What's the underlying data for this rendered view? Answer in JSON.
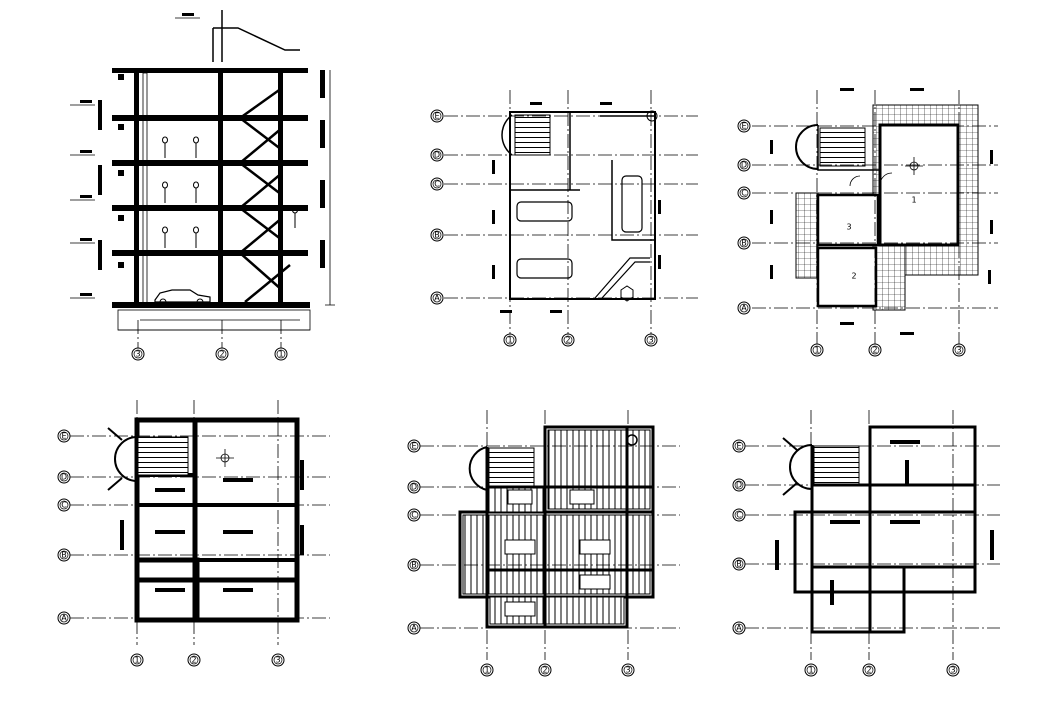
{
  "grid_rows": [
    "E",
    "D",
    "C",
    "B",
    "A"
  ],
  "grid_cols": [
    "1",
    "2",
    "3"
  ],
  "section_cols": [
    "3",
    "2",
    "1"
  ],
  "room_numbers": [
    "1",
    "3",
    "2"
  ]
}
